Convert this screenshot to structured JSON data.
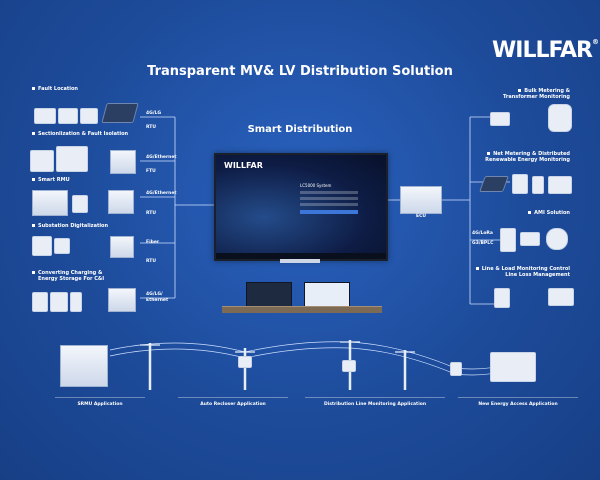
{
  "brand": "WILLFAR",
  "brand_reg": "®",
  "title": "Transparent MV& LV Distribution Solution",
  "subtitle": "Smart Distribution",
  "monitor": {
    "logo": "WILLFAR",
    "system_title": "LC5000 System"
  },
  "ecu_label": "ECU",
  "left_sections": [
    {
      "title": "Fault Location",
      "protocol": "4G/LG",
      "device": "RTU"
    },
    {
      "title": "Sectionlization & Fault Isolation",
      "protocol": "4G/Ethernet",
      "device": "FTU"
    },
    {
      "title": "Smart RMU",
      "protocol": "4G/Ethernet",
      "device": "RTU"
    },
    {
      "title": "Substation Digitalization",
      "protocol": "Fiber",
      "device": "RTU"
    },
    {
      "title_lines": [
        "Converting  Charging &",
        "Energy Storage For C&I"
      ],
      "protocol_lines": [
        "4G/LG/",
        "Ethernet"
      ]
    }
  ],
  "right_sections": [
    {
      "title_lines": [
        "Bulk Metering &",
        "Transformer Monitoring"
      ]
    },
    {
      "title_lines": [
        "Net Metering & Distributed",
        "Renewable Energy Monitoring"
      ]
    },
    {
      "title_lines": [
        "AMI Solution"
      ],
      "protocol_lines": [
        "4G/LoRa",
        "G3/BPLC"
      ]
    },
    {
      "title_lines": [
        "Line & Load Monitoring Control",
        "Line Loss Management"
      ]
    }
  ],
  "bottom_labels": [
    "SRMU Application",
    "Auto Recloser Application",
    "Distribution Line Monitoring Application",
    "New Energy Access Application"
  ],
  "colors": {
    "background": "#1f4fa0",
    "line": "#cfe0ff",
    "cabinet": "#dfe7f4"
  }
}
